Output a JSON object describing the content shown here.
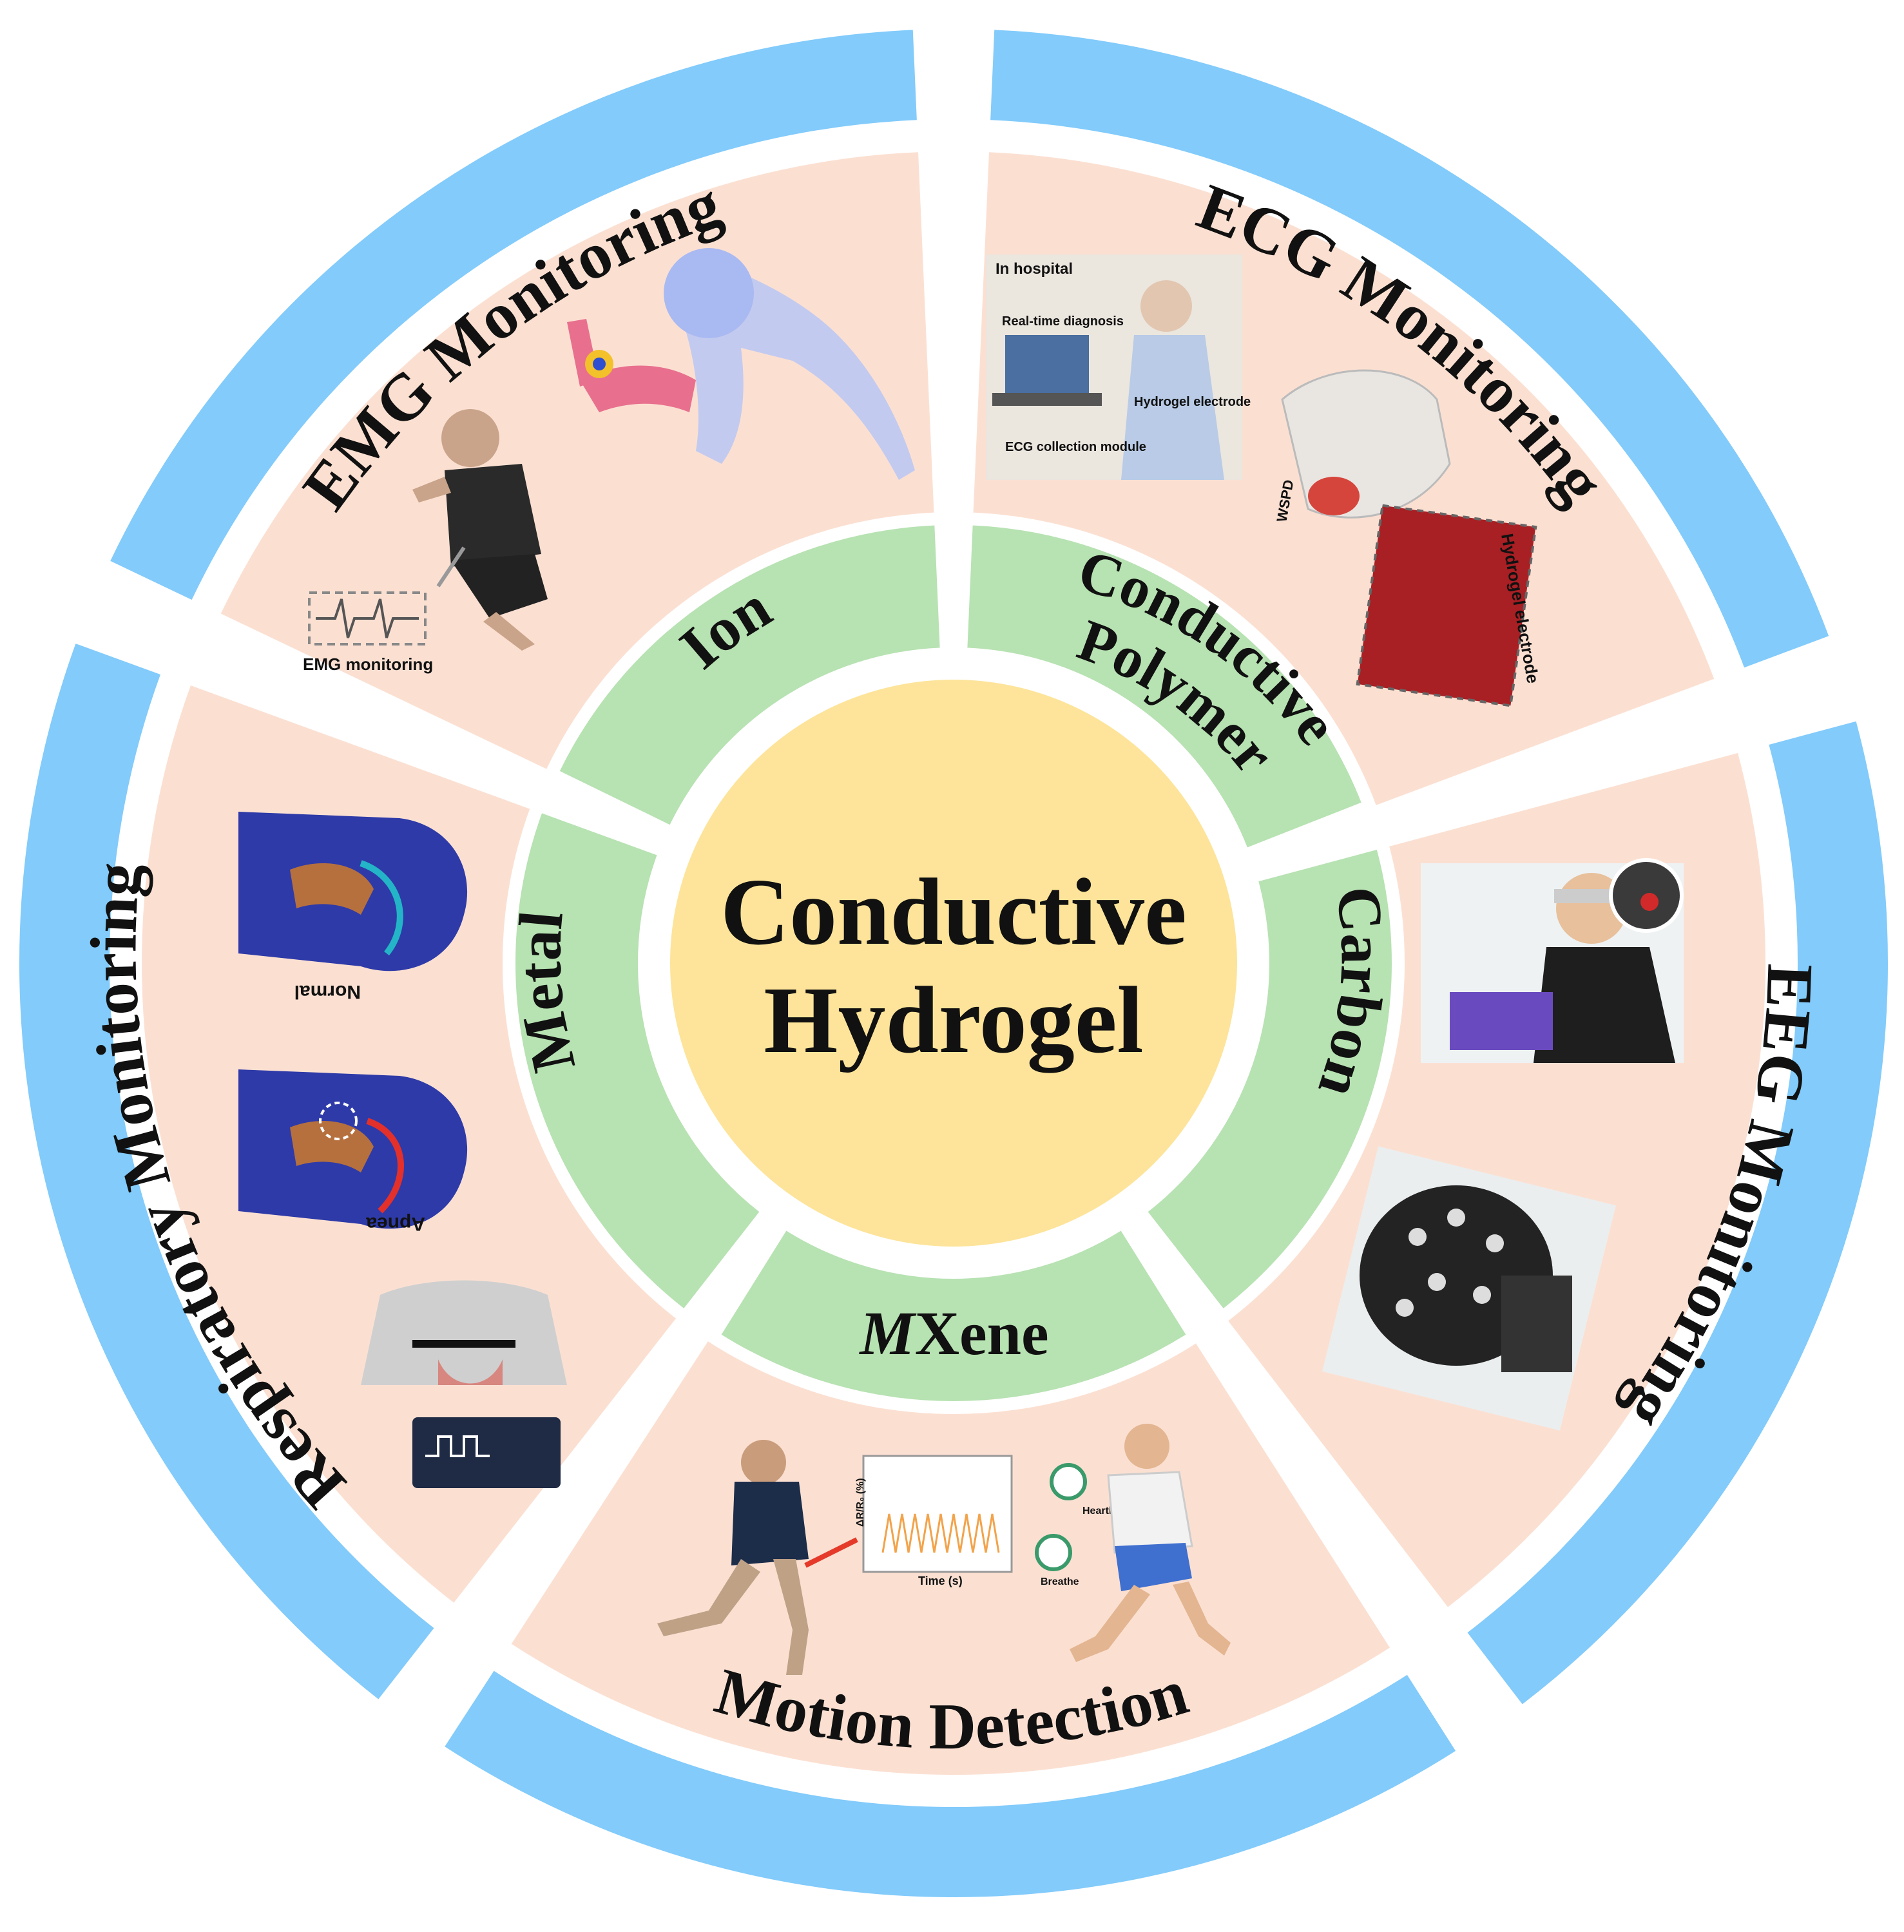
{
  "center": {
    "line1": "Conductive",
    "line2": "Hydrogel",
    "fill": "#fde49a"
  },
  "colors": {
    "outer_ring": "#82cbfb",
    "middle_ring": "#fbe0d2",
    "inner_ring": "#b7e2b2",
    "center": "#fde49a",
    "gap": "#ffffff"
  },
  "outer_ring": [
    {
      "id": "ecg",
      "label": "ECG Monitoring"
    },
    {
      "id": "eeg",
      "label": "EEG Monitoring"
    },
    {
      "id": "motion",
      "label": "Motion Detection"
    },
    {
      "id": "respiratory",
      "label": "Respiratory Monitoring"
    },
    {
      "id": "emg",
      "label": "EMG Monitoring"
    }
  ],
  "inner_ring": [
    {
      "id": "ion",
      "label": "Ion"
    },
    {
      "id": "polymer",
      "label_line1": "Conductive",
      "label_line2": "Polymer"
    },
    {
      "id": "carbon",
      "label": "Carbon"
    },
    {
      "id": "mxene",
      "label_italic": "M",
      "label_rest": "Xene"
    },
    {
      "id": "metal",
      "label": "Metal"
    }
  ],
  "illustration_text": {
    "emg_caption": "EMG monitoring",
    "ecg_hospital": "In hospital",
    "ecg_realtime": "Real-time diagnosis",
    "ecg_electrode": "Hydrogel electrode",
    "ecg_module": "ECG collection module",
    "ecg_wspd": "WSPD",
    "ecg_inset": "Hydrogel electrode",
    "resp_normal": "Normal",
    "resp_apnea": "Apnea",
    "motion_xaxis": "Time (s)",
    "motion_yaxis": "ΔR/R₀ (%)",
    "motion_heartbeat": "Heartbeat",
    "motion_breathe": "Breathe"
  }
}
